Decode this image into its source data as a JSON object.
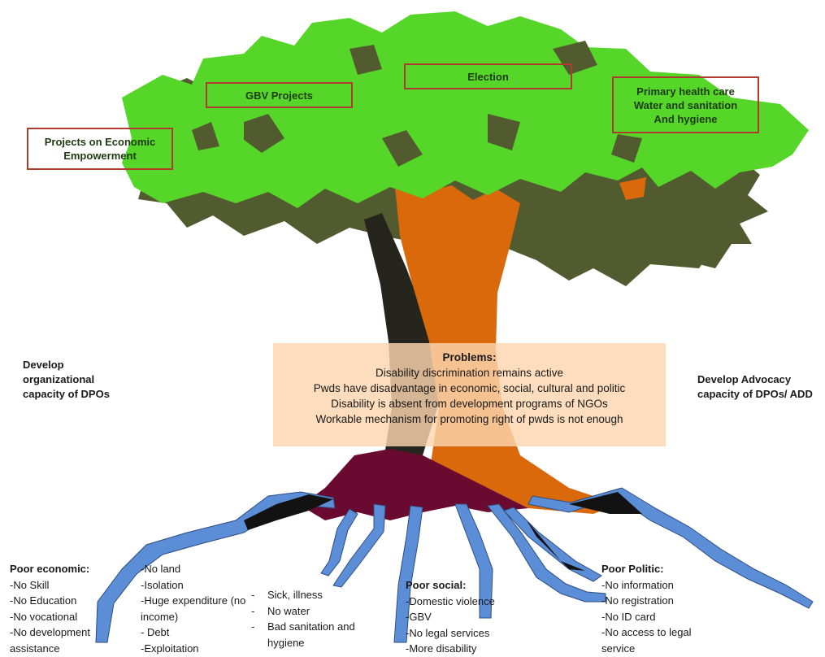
{
  "colors": {
    "leaf_light": "#55d628",
    "leaf_dark": "#525b2f",
    "trunk_orange": "#d9690b",
    "trunk_dark": "#26251d",
    "root_maroon": "#6a0a30",
    "root_blue": "#5b8ed6",
    "box_border": "#b03a2e",
    "problems_bg": "#fcd6af"
  },
  "canopy_boxes": [
    {
      "lines": [
        "Projects on Economic",
        "Empowerment"
      ]
    },
    {
      "lines": [
        "GBV Projects"
      ]
    },
    {
      "lines": [
        "Election"
      ]
    },
    {
      "lines": [
        "Primary health care",
        "Water and sanitation",
        "And hygiene"
      ]
    }
  ],
  "problems": {
    "title": "Problems:",
    "lines": [
      "Disability discrimination remains active",
      "Pwds have disadvantage in economic, social, cultural and politic",
      "Disability is absent from development programs of NGOs",
      "Workable mechanism for promoting right of pwds is not enough"
    ]
  },
  "side_labels": {
    "left": [
      "Develop",
      "organizational",
      "capacity of DPOs"
    ],
    "right": [
      "Develop Advocacy",
      "capacity of DPOs/ ADD"
    ]
  },
  "roots": {
    "economic": {
      "heading": "Poor economic:",
      "items": [
        "-No Skill",
        "-No Education",
        "-No vocational",
        "-No development",
        "assistance"
      ]
    },
    "economic_more": {
      "items": [
        "-No land",
        "-Isolation",
        "-Huge expenditure (no",
        "income)",
        "- Debt",
        "-Exploitation"
      ]
    },
    "health": {
      "items": [
        "Sick, illness",
        "No water",
        "Bad sanitation and",
        "hygiene"
      ]
    },
    "social": {
      "heading": "Poor social:",
      "items": [
        "-Domestic violence",
        "-GBV",
        "-No legal services",
        "-More disability"
      ]
    },
    "politic": {
      "heading": "Poor Politic:",
      "items": [
        "-No information",
        "-No registration",
        "-No ID card",
        "-No access to legal",
        "service"
      ]
    }
  }
}
